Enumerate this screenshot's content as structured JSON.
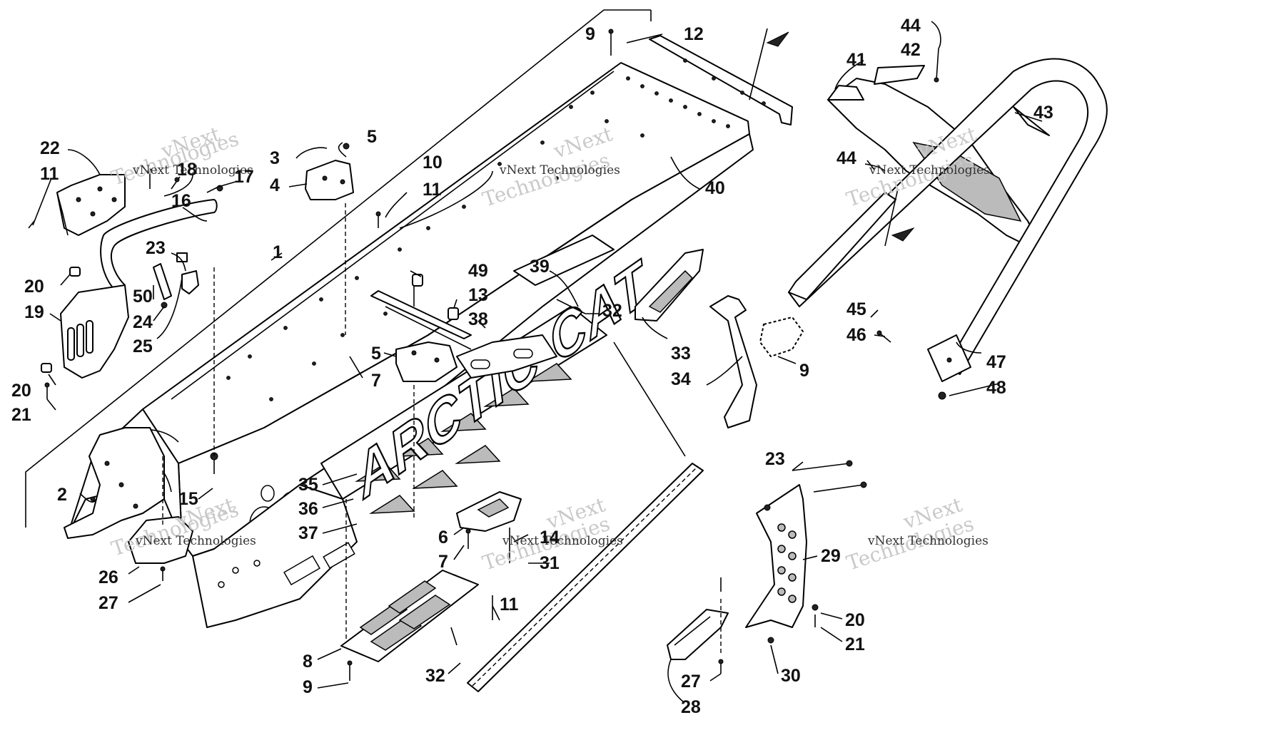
{
  "diagram": {
    "callouts": [
      {
        "id": "c9a",
        "text": "9"
      },
      {
        "id": "c12",
        "text": "12"
      },
      {
        "id": "c44a",
        "text": "44"
      },
      {
        "id": "c42",
        "text": "42"
      },
      {
        "id": "c41",
        "text": "41"
      },
      {
        "id": "c43",
        "text": "43"
      },
      {
        "id": "c5a",
        "text": "5"
      },
      {
        "id": "c3",
        "text": "3"
      },
      {
        "id": "c4",
        "text": "4"
      },
      {
        "id": "c22",
        "text": "22"
      },
      {
        "id": "c11a",
        "text": "11"
      },
      {
        "id": "c18",
        "text": "18"
      },
      {
        "id": "c17",
        "text": "17"
      },
      {
        "id": "c16",
        "text": "16"
      },
      {
        "id": "c10",
        "text": "10"
      },
      {
        "id": "c40",
        "text": "40"
      },
      {
        "id": "c44b",
        "text": "44"
      },
      {
        "id": "c11b",
        "text": "11"
      },
      {
        "id": "c1",
        "text": "1"
      },
      {
        "id": "c23a",
        "text": "23"
      },
      {
        "id": "c20a",
        "text": "20"
      },
      {
        "id": "c50",
        "text": "50"
      },
      {
        "id": "c49",
        "text": "49"
      },
      {
        "id": "c39",
        "text": "39"
      },
      {
        "id": "c13",
        "text": "13"
      },
      {
        "id": "c19",
        "text": "19"
      },
      {
        "id": "c24",
        "text": "24"
      },
      {
        "id": "c38",
        "text": "38"
      },
      {
        "id": "c32a",
        "text": "32"
      },
      {
        "id": "c45",
        "text": "45"
      },
      {
        "id": "c46",
        "text": "46"
      },
      {
        "id": "c25",
        "text": "25"
      },
      {
        "id": "c5b",
        "text": "5"
      },
      {
        "id": "c33",
        "text": "33"
      },
      {
        "id": "c47",
        "text": "47"
      },
      {
        "id": "c7a",
        "text": "7"
      },
      {
        "id": "c9b",
        "text": "9"
      },
      {
        "id": "c34",
        "text": "34"
      },
      {
        "id": "c48",
        "text": "48"
      },
      {
        "id": "c20b",
        "text": "20"
      },
      {
        "id": "c21a",
        "text": "21"
      },
      {
        "id": "c23b",
        "text": "23"
      },
      {
        "id": "c35",
        "text": "35"
      },
      {
        "id": "c2",
        "text": "2"
      },
      {
        "id": "c15",
        "text": "15"
      },
      {
        "id": "c36",
        "text": "36"
      },
      {
        "id": "c37",
        "text": "37"
      },
      {
        "id": "c6",
        "text": "6"
      },
      {
        "id": "c14",
        "text": "14"
      },
      {
        "id": "c29",
        "text": "29"
      },
      {
        "id": "c7b",
        "text": "7"
      },
      {
        "id": "c31",
        "text": "31"
      },
      {
        "id": "c26",
        "text": "26"
      },
      {
        "id": "c27a",
        "text": "27"
      },
      {
        "id": "c11c",
        "text": "11"
      },
      {
        "id": "c20c",
        "text": "20"
      },
      {
        "id": "c21b",
        "text": "21"
      },
      {
        "id": "c8",
        "text": "8"
      },
      {
        "id": "c32b",
        "text": "32"
      },
      {
        "id": "c30",
        "text": "30"
      },
      {
        "id": "c9c",
        "text": "9"
      },
      {
        "id": "c27b",
        "text": "27"
      },
      {
        "id": "c28",
        "text": "28"
      }
    ],
    "tunnel_logo": "ARCTIC CAT",
    "watermark": {
      "brand": "vNext Technologies",
      "big_word": "Technologies",
      "small_word": "vNext"
    }
  }
}
